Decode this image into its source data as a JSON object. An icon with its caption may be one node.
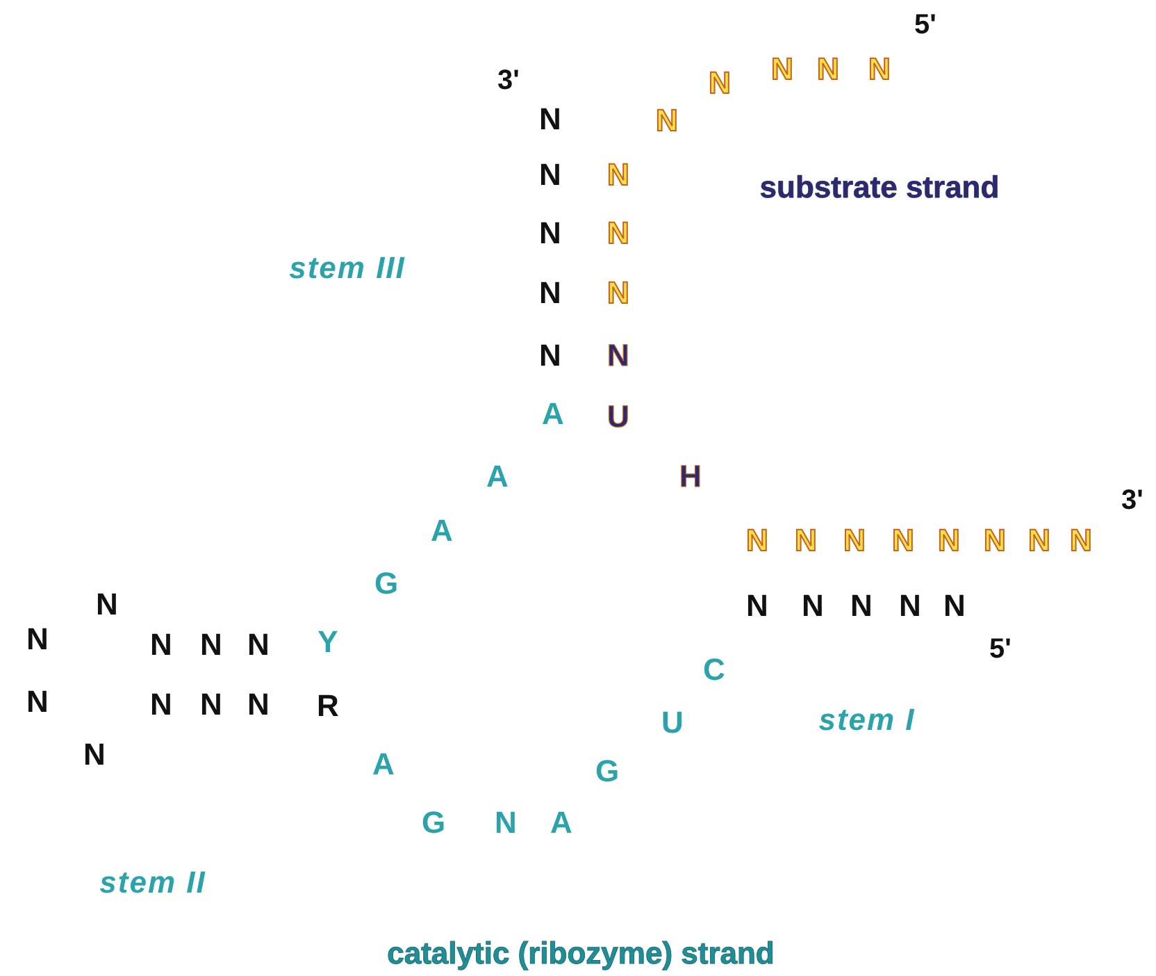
{
  "diagram": {
    "labels": [
      "5'",
      "N",
      "N",
      "N",
      "3'",
      "N",
      "N",
      "N",
      "N",
      "N",
      "substrate strand",
      "N",
      "N",
      "stem III",
      "N",
      "N",
      "N",
      "N",
      "A",
      "U",
      "A",
      "H",
      "3'",
      "A",
      "N",
      "N",
      "N",
      "N",
      "N",
      "N",
      "N",
      "N",
      "G",
      "N",
      "N",
      "N",
      "N",
      "N",
      "N",
      "N",
      "N",
      "N",
      "N",
      "Y",
      "5'",
      "C",
      "N",
      "N",
      "N",
      "N",
      "R",
      "U",
      "stem I",
      "N",
      "A",
      "G",
      "G",
      "N",
      "A",
      "stem II",
      "catalytic (ribozyme) strand"
    ]
  }
}
